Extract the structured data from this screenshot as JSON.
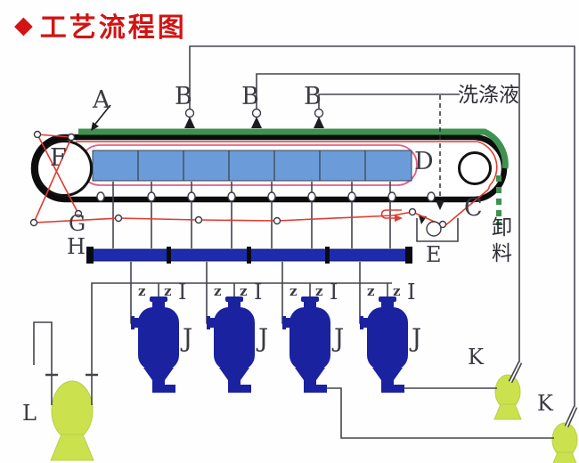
{
  "title": {
    "bullet": "◆",
    "text": "工艺流程图"
  },
  "annotations": {
    "wash_liquid": "洗涤液",
    "discharge": "卸料"
  },
  "labels": {
    "a": "A",
    "b": "B",
    "c": "C",
    "d": "D",
    "e": "E",
    "f": "F",
    "g": "G",
    "h": "H",
    "i": "I",
    "j": "J",
    "k": "K",
    "l": "L",
    "valve": "z"
  },
  "colors": {
    "accent_red": "#d21414",
    "line": "#44444c",
    "tank_blue": "#1b22a0",
    "manifold_blue": "#1d2cae",
    "vacuum_box_blue": "#6b9cd9",
    "belt_green": "#3f9150",
    "pump_lime": "#cbe14d",
    "cloth_red": "#e23b30",
    "pan_pink": "#e0608a"
  }
}
